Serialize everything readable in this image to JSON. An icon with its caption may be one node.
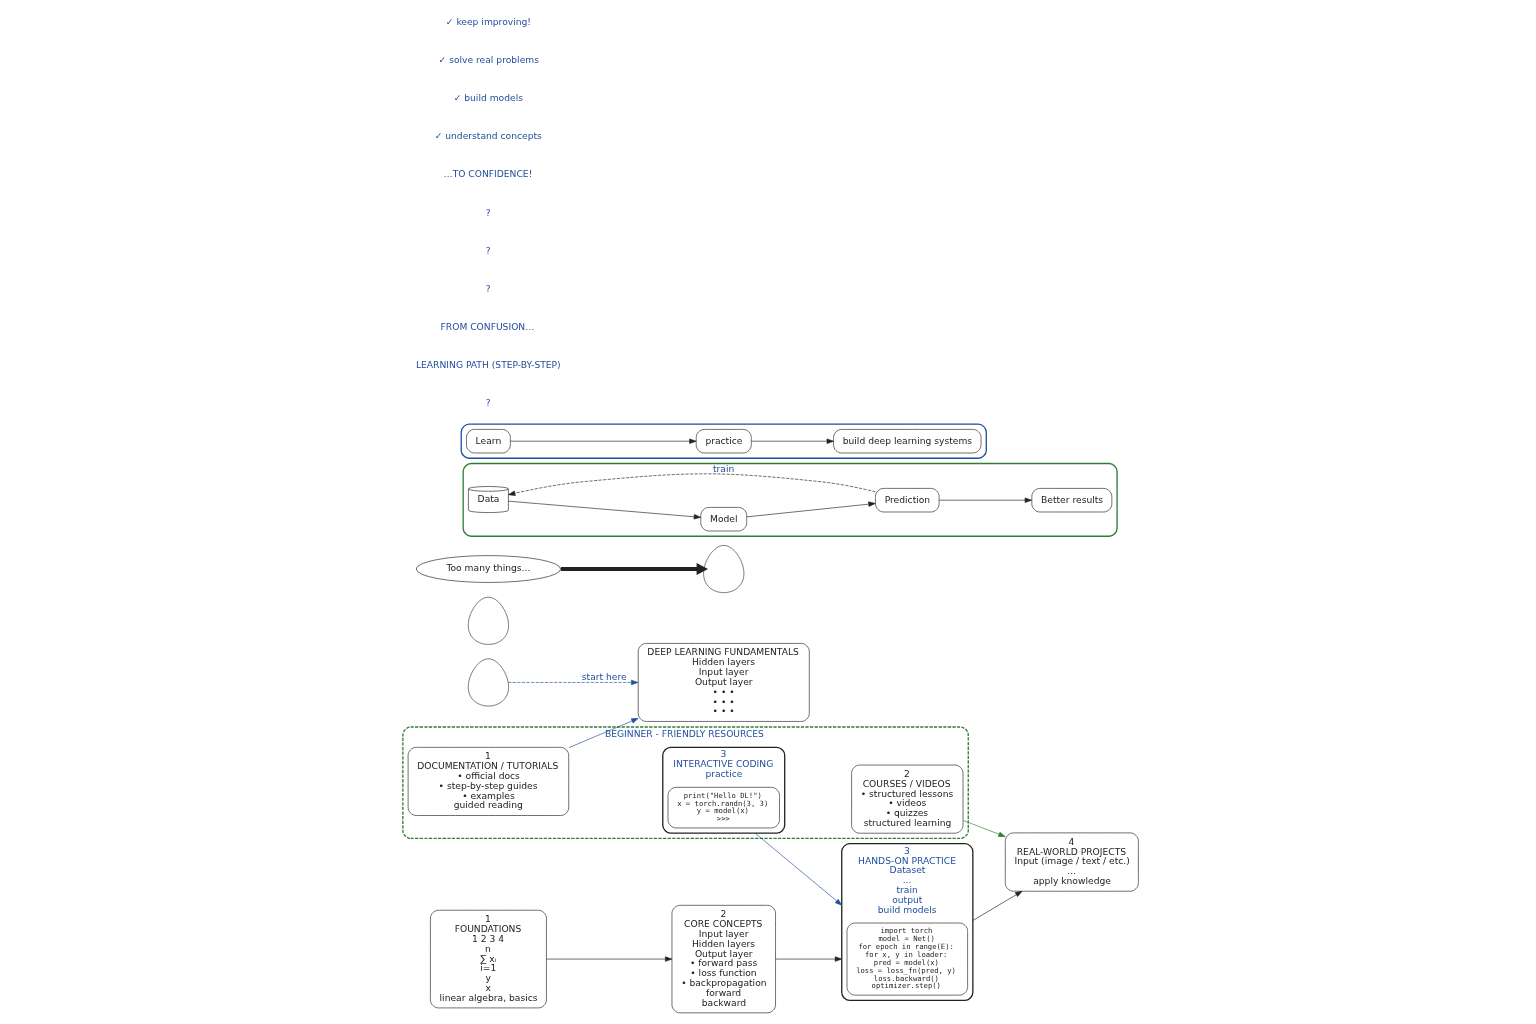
{
  "diagram": {
    "nodes": [
      {
        "text": [],
        "shape": "person"
      },
      {
        "text": [
          "DEEP LEARNING FUNDAMENTALS",
          "Hidden layers",
          "Input layer",
          "Output layer",
          "• • •",
          "• • •",
          "• • •"
        ]
      },
      {
        "text": [
          "1",
          "FOUNDATIONS",
          "1 2 3 4",
          "n",
          "∑ xᵢ",
          "i=1",
          "y",
          "x",
          "linear algebra, basics"
        ]
      },
      {
        "text": [
          "2",
          "CORE CONCEPTS",
          "Input layer",
          "Hidden layers",
          "Output layer",
          "• forward pass",
          "• loss function",
          "• backpropagation",
          "forward",
          "backward"
        ]
      },
      {
        "text": [
          "3",
          "HANDS-ON PRACTICE",
          "Dataset",
          "...",
          "train",
          "output",
          "build models"
        ]
      },
      {
        "text": [
          "import torch",
          "model = Net()",
          "for epoch in range(E):",
          "for x, y in loader:",
          "pred = model(x)",
          "loss = loss_fn(pred, y)",
          "loss.backward()",
          "optimizer.step()"
        ],
        "in": 4
      },
      {
        "text": [
          "4",
          "REAL-WORLD PROJECTS",
          "Input (image / text / etc.)",
          "...",
          "apply knowledge"
        ]
      },
      {
        "text": [
          "BEGINNER - FRIENDLY RESOURCES"
        ]
      },
      {
        "text": [
          "1",
          "DOCUMENTATION / TUTORIALS",
          "• official docs",
          "• step-by-step guides",
          "• examples",
          "guided reading"
        ],
        "in": 7
      },
      {
        "text": [
          "2",
          "COURSES / VIDEOS",
          "• structured lessons",
          "• videos",
          "• quizzes",
          "structured learning"
        ],
        "in": 7
      },
      {
        "text": [
          "3",
          "INTERACTIVE CODING",
          "practice"
        ],
        "in": 7
      },
      {
        "text": [
          "print(\"Hello DL!\")",
          "x = torch.randn(3, 3)",
          "y = model(x)",
          ">>>"
        ],
        "in": 10
      },
      {
        "text": [],
        "shape": "person"
      },
      {
        "text": [
          "Too many things..."
        ]
      },
      {
        "text": [],
        "shape": "person"
      },
      {
        "text": [],
        "shape": "box"
      },
      {
        "text": [
          "Data"
        ],
        "in": 15
      },
      {
        "text": [
          "Model"
        ],
        "in": 15
      },
      {
        "text": [
          "Prediction"
        ],
        "in": 15
      },
      {
        "text": [
          "Better results"
        ],
        "in": 15
      },
      {
        "text": [],
        "shape": "box"
      },
      {
        "text": [
          "Learn"
        ],
        "in": 20
      },
      {
        "text": [
          "practice"
        ],
        "in": 20
      },
      {
        "text": [
          "build deep learning systems"
        ],
        "in": 20
      }
    ],
    "edges": [
      {
        "from": 0,
        "to": 1,
        "arrow": "to",
        "label": "start here",
        "style": "dashed",
        "color": "#1f4e9c"
      },
      {
        "from": 2,
        "to": 3,
        "arrow": "to"
      },
      {
        "from": 3,
        "to": 4,
        "arrow": "to"
      },
      {
        "from": 4,
        "to": 6,
        "arrow": "to"
      },
      {
        "from": 8,
        "to": 1,
        "arrow": "to",
        "color": "#1f4e9c"
      },
      {
        "from": 9,
        "to": 6,
        "arrow": "to",
        "color": "#2e7d32"
      },
      {
        "from": 10,
        "to": 4,
        "arrow": "to",
        "color": "#1f4e9c"
      },
      {
        "from": 13,
        "to": 14,
        "arrow": "to",
        "style": "thick"
      },
      {
        "from": 16,
        "to": 17,
        "arrow": "to"
      },
      {
        "from": 17,
        "to": 18,
        "arrow": "to"
      },
      {
        "from": 18,
        "to": 19,
        "arrow": "to"
      },
      {
        "from": 18,
        "to": 16,
        "arrow": "to",
        "label": "train",
        "style": "dashed"
      },
      {
        "from": 21,
        "to": 22,
        "arrow": "to"
      },
      {
        "from": 22,
        "to": 23,
        "arrow": "to"
      }
    ],
    "labels": [
      "?",
      "LEARNING PATH (STEP-BY-STEP)",
      "FROM CONFUSION…",
      "?",
      "?",
      "?",
      "…TO CONFIDENCE!",
      "✓ understand concepts",
      "✓ build models",
      "✓ solve real problems",
      "✓ keep improving!"
    ]
  }
}
